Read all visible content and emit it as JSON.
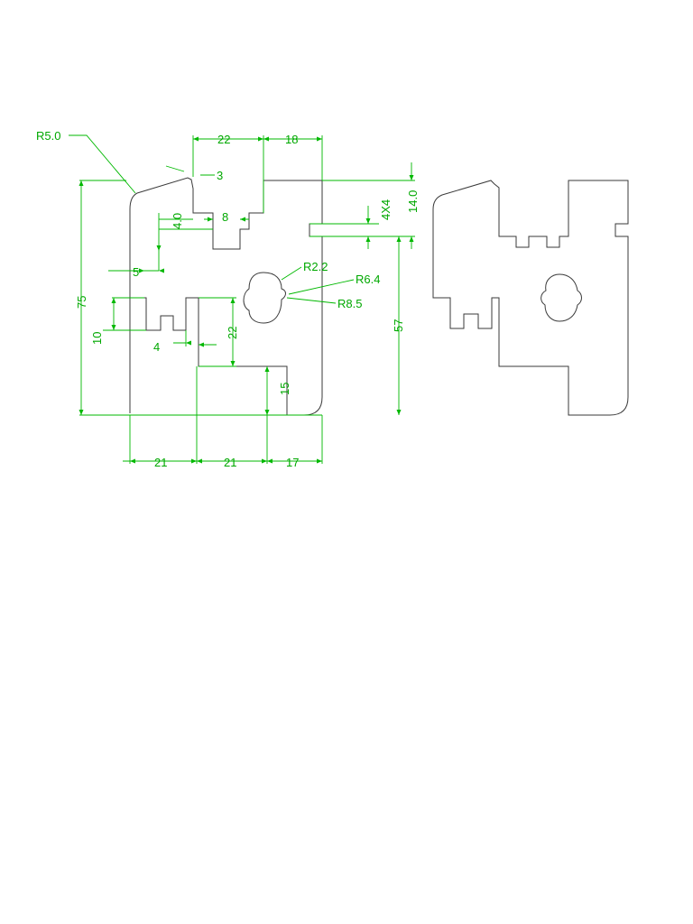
{
  "drawing": {
    "colors": {
      "outline": "#3a3a3a",
      "dimension": "#00a800"
    },
    "labels": {
      "r5": "R5.0",
      "d22_top": "22",
      "d18_top": "18",
      "d3": "3",
      "d4_0": "4.0",
      "d8": "8",
      "d4x4": "4X4",
      "d14": "14.0",
      "d75": "75",
      "d5": "5",
      "r2_2": "R2.2",
      "r6_4": "R6.4",
      "r8_5": "R8.5",
      "d10": "10",
      "d4": "4",
      "d22_mid": "22",
      "d57": "57",
      "d15": "15",
      "d21_a": "21",
      "d21_b": "21",
      "d17": "17"
    }
  }
}
